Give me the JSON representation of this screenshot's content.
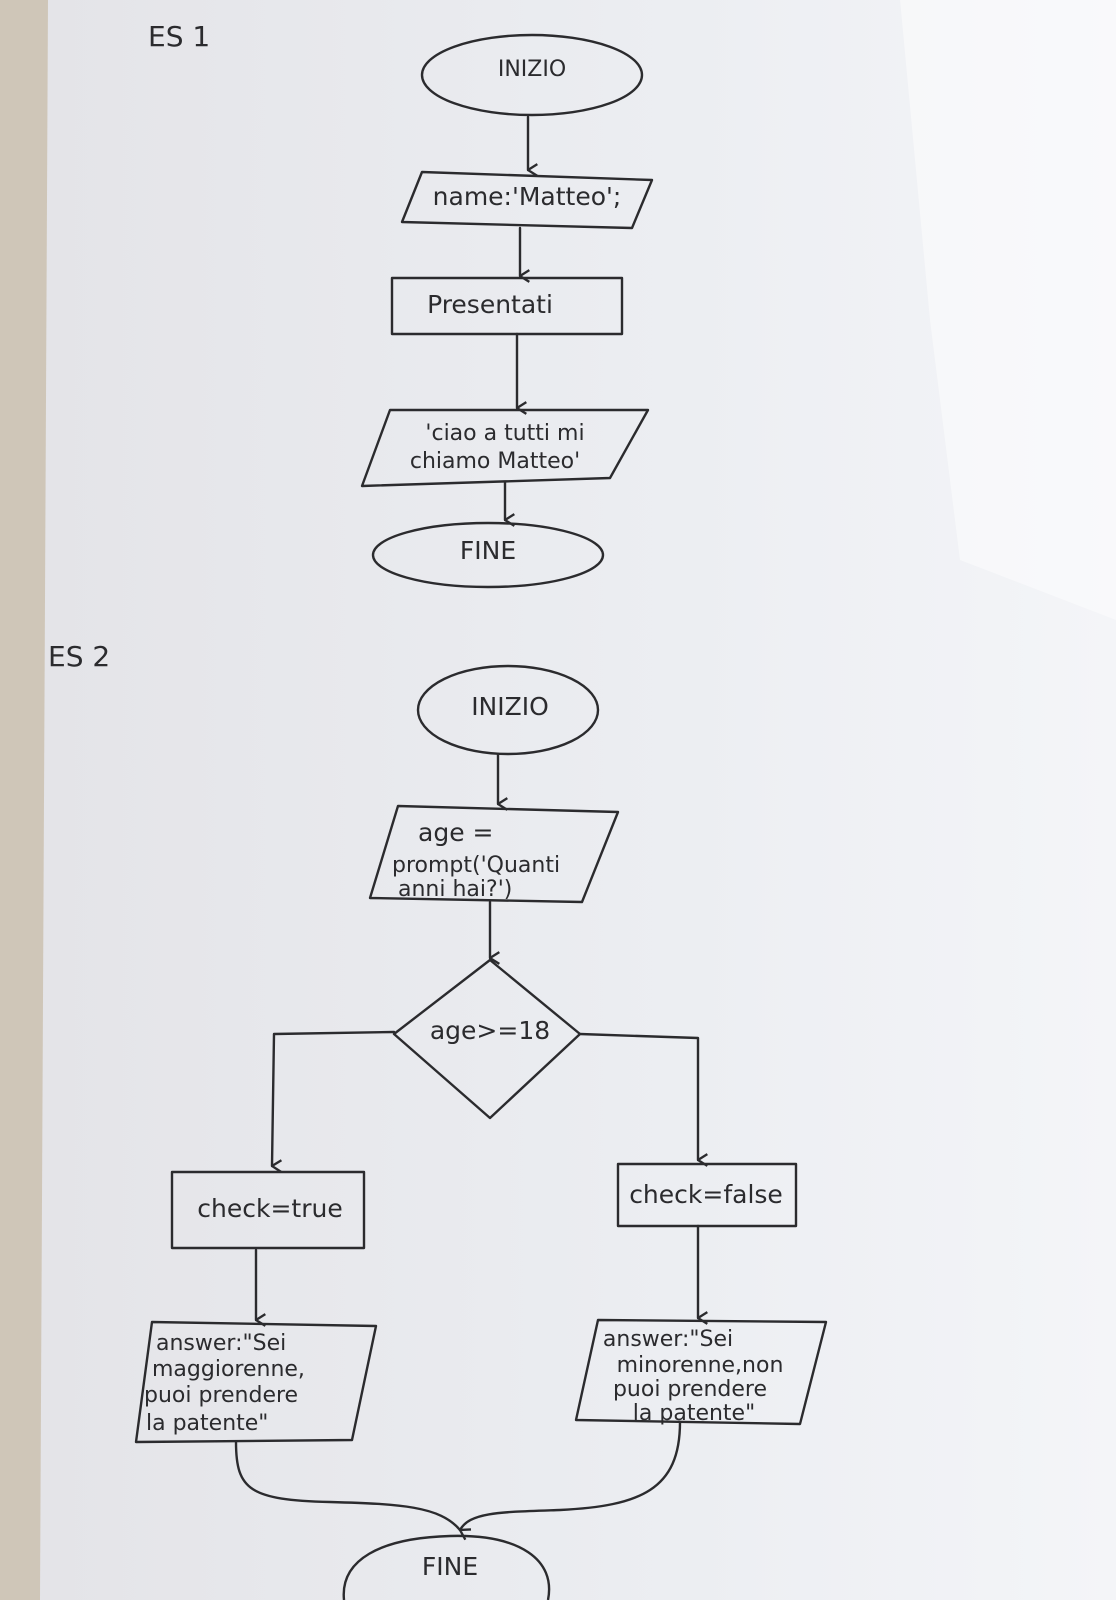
{
  "diagram": {
    "es1": {
      "heading": "ES 1",
      "start": "INIZIO",
      "assign": "name:'Matteo';",
      "process": "Presentati",
      "output": [
        "'ciao a tutti mi",
        "chiamo Matteo'"
      ],
      "end": "FINE"
    },
    "es2": {
      "heading": "ES 2",
      "start": "INIZIO",
      "input": [
        "age =",
        "prompt('Quanti",
        "anni hai?')"
      ],
      "decision": "age>=18",
      "true_process": "check=true",
      "false_process": "check=false",
      "true_output": [
        "answer:\"Sei",
        "maggiorenne,",
        "puoi prendere",
        "la patente\""
      ],
      "false_output": [
        "answer:\"Sei",
        "minorenne,non",
        "puoi prendere",
        "la patente\""
      ],
      "end": "FINE"
    }
  },
  "colors": {
    "ink": "#2b2b2e",
    "paper": "#eeeff2",
    "table": "#c9c2b6"
  }
}
